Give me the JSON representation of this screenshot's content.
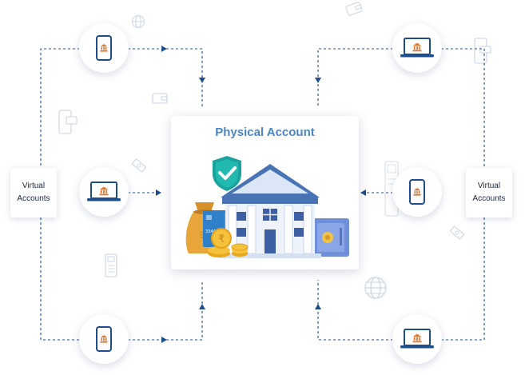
{
  "center": {
    "title": "Physical Account"
  },
  "left_box": {
    "line1": "Virtual",
    "line2": "Accounts"
  },
  "right_box": {
    "line1": "Virtual",
    "line2": "Accounts"
  },
  "coin_symbol": "₹",
  "card_digits": "3344",
  "colors": {
    "line": "#1e4d8c",
    "accent": "#e0762f",
    "shield": "#1aa39c",
    "bank": "#4a73b5",
    "bag": "#e7a53a"
  },
  "icons": [
    "phone-bank-icon",
    "laptop-bank-icon",
    "globe-icon",
    "wallet-icon",
    "pos-terminal-icon",
    "money-icon"
  ]
}
